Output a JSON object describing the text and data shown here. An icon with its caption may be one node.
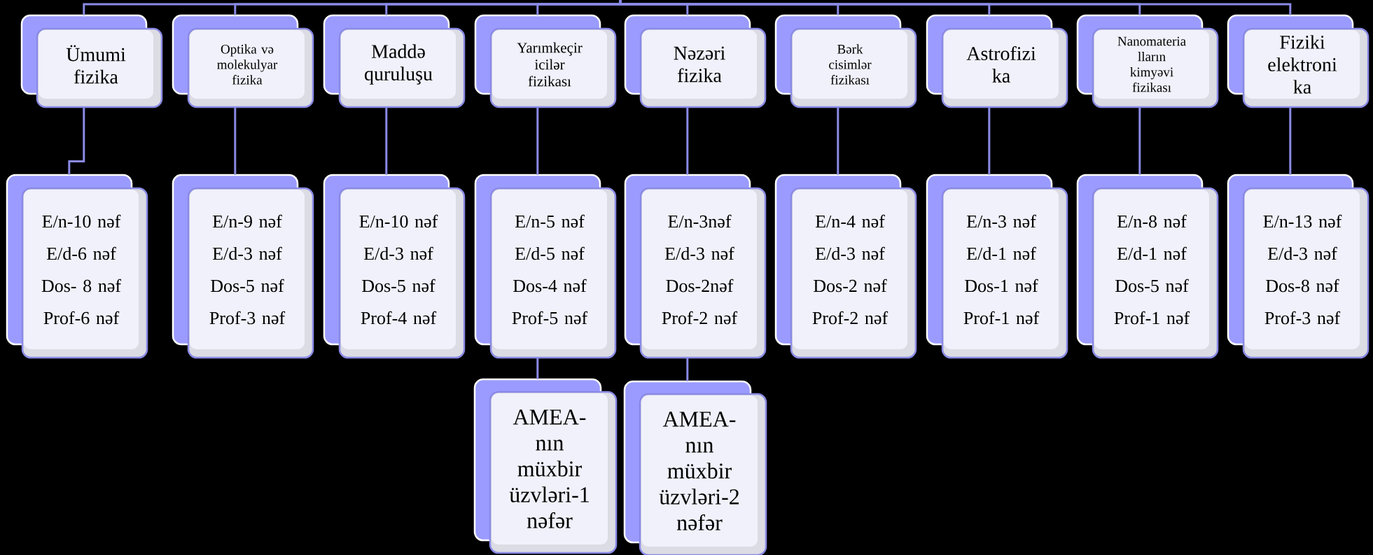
{
  "diagram": {
    "nodes": [
      {
        "text": [
          "Ümumi fizika"
        ]
      },
      {
        "text": [
          "Optika və molekulyar fizika"
        ]
      },
      {
        "text": [
          "Maddə quruluşu"
        ]
      },
      {
        "text": [
          "Yarımkeçir icilər fizikası"
        ]
      },
      {
        "text": [
          "Nəzəri fizika"
        ]
      },
      {
        "text": [
          "Bərk cisimlər fizikası"
        ]
      },
      {
        "text": [
          "Astrofizi ka"
        ]
      },
      {
        "text": [
          "Nanomateria lların kimyəvi fizikası"
        ]
      },
      {
        "text": [
          "Fiziki elektroni ka"
        ]
      },
      {
        "text": [
          "E/n-10 nəf",
          "E/d-6 nəf",
          "Dos- 8 nəf",
          "Prof-6 nəf"
        ]
      },
      {
        "text": [
          "E/n-9 nəf",
          "E/d-3 nəf",
          "Dos-5 nəf",
          "Prof-3 nəf"
        ]
      },
      {
        "text": [
          "E/n-10 nəf",
          "E/d-3 nəf",
          "Dos-5 nəf",
          "Prof-4 nəf"
        ]
      },
      {
        "text": [
          "E/n-5 nəf",
          "E/d-5 nəf",
          "Dos-4 nəf",
          "Prof-5 nəf"
        ]
      },
      {
        "text": [
          "E/n-3nəf",
          "E/d-3 nəf",
          "Dos-2nəf",
          "Prof-2 nəf"
        ]
      },
      {
        "text": [
          "E/n-4 nəf",
          "E/d-3 nəf",
          "Dos-2 nəf",
          "Prof-2 nəf"
        ]
      },
      {
        "text": [
          "E/n-3 nəf",
          "E/d-1 nəf",
          "Dos-1 nəf",
          "Prof-1 nəf"
        ]
      },
      {
        "text": [
          "E/n-8 nəf",
          "E/d-1 nəf",
          "Dos-5 nəf",
          "Prof-1 nəf"
        ]
      },
      {
        "text": [
          "E/n-13 nəf",
          "E/d-3 nəf",
          "Dos-8 nəf",
          "Prof-3 nəf"
        ]
      },
      {
        "text": [
          "AMEA-nın müxbir üzvləri-1 nəfər"
        ]
      },
      {
        "text": [
          "AMEA-nın müxbir üzvləri-2 nəfər"
        ]
      }
    ],
    "edges": [
      {
        "from": null,
        "to": 0,
        "arrow": "none"
      },
      {
        "from": null,
        "to": 1,
        "arrow": "none"
      },
      {
        "from": null,
        "to": 2,
        "arrow": "none"
      },
      {
        "from": null,
        "to": 3,
        "arrow": "none"
      },
      {
        "from": null,
        "to": 4,
        "arrow": "none"
      },
      {
        "from": null,
        "to": 5,
        "arrow": "none"
      },
      {
        "from": null,
        "to": 6,
        "arrow": "none"
      },
      {
        "from": null,
        "to": 7,
        "arrow": "none"
      },
      {
        "from": null,
        "to": 8,
        "arrow": "none"
      },
      {
        "from": 0,
        "to": 9,
        "arrow": "none"
      },
      {
        "from": 1,
        "to": 10,
        "arrow": "none"
      },
      {
        "from": 2,
        "to": 11,
        "arrow": "none"
      },
      {
        "from": 3,
        "to": 12,
        "arrow": "none"
      },
      {
        "from": 4,
        "to": 13,
        "arrow": "none"
      },
      {
        "from": 5,
        "to": 14,
        "arrow": "none"
      },
      {
        "from": 6,
        "to": 15,
        "arrow": "none"
      },
      {
        "from": 7,
        "to": 16,
        "arrow": "none"
      },
      {
        "from": 8,
        "to": 17,
        "arrow": "none"
      },
      {
        "from": 12,
        "to": 18,
        "arrow": "none"
      },
      {
        "from": 13,
        "to": 19,
        "arrow": "none"
      }
    ]
  }
}
